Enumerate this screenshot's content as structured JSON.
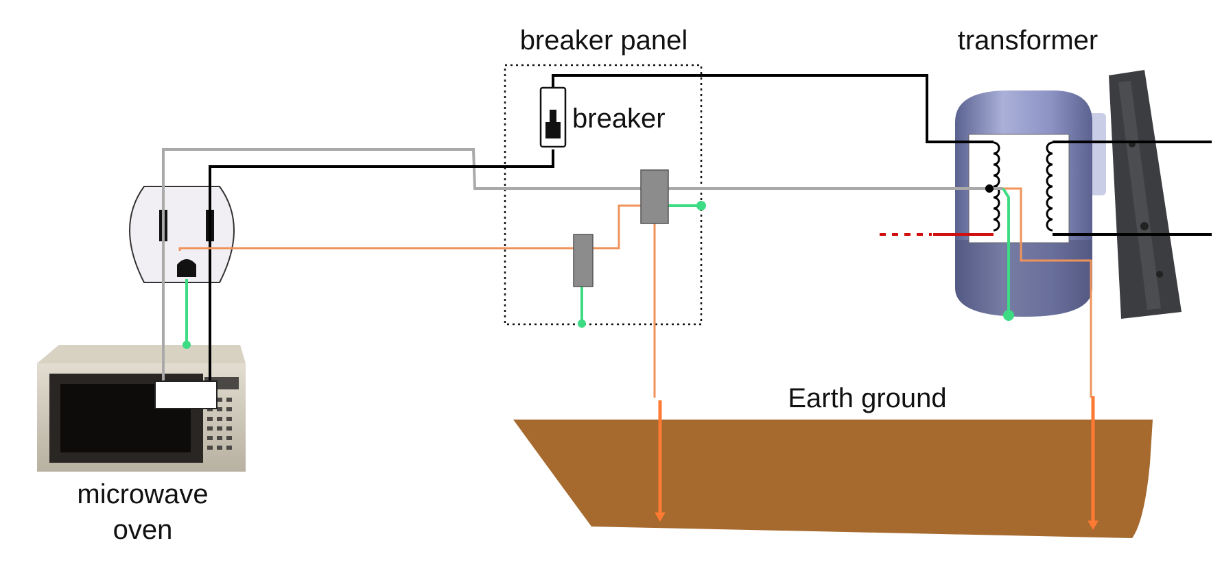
{
  "labels": {
    "breaker_panel": "breaker panel",
    "breaker": "breaker",
    "transformer": "transformer",
    "microwave_line1": "microwave",
    "microwave_line2": "oven",
    "earth_ground": "Earth ground"
  },
  "colors": {
    "hot_wire": "#000000",
    "neutral_wire": "#a9a9a9",
    "ground_wire": "#3ddc84",
    "earth_wire": "#f0935a",
    "ground_rod": "#ff7a33",
    "earth": "#a66a2e",
    "transformer_body": "#7f86b8",
    "pole": "#3b3d40",
    "terminal": "#8c8c8c",
    "dashed_line": "#d01010"
  },
  "icons": [
    "outlet-icon",
    "microwave-icon",
    "breaker-switch-icon",
    "transformer-icon",
    "utility-pole-icon",
    "coil-icon"
  ]
}
